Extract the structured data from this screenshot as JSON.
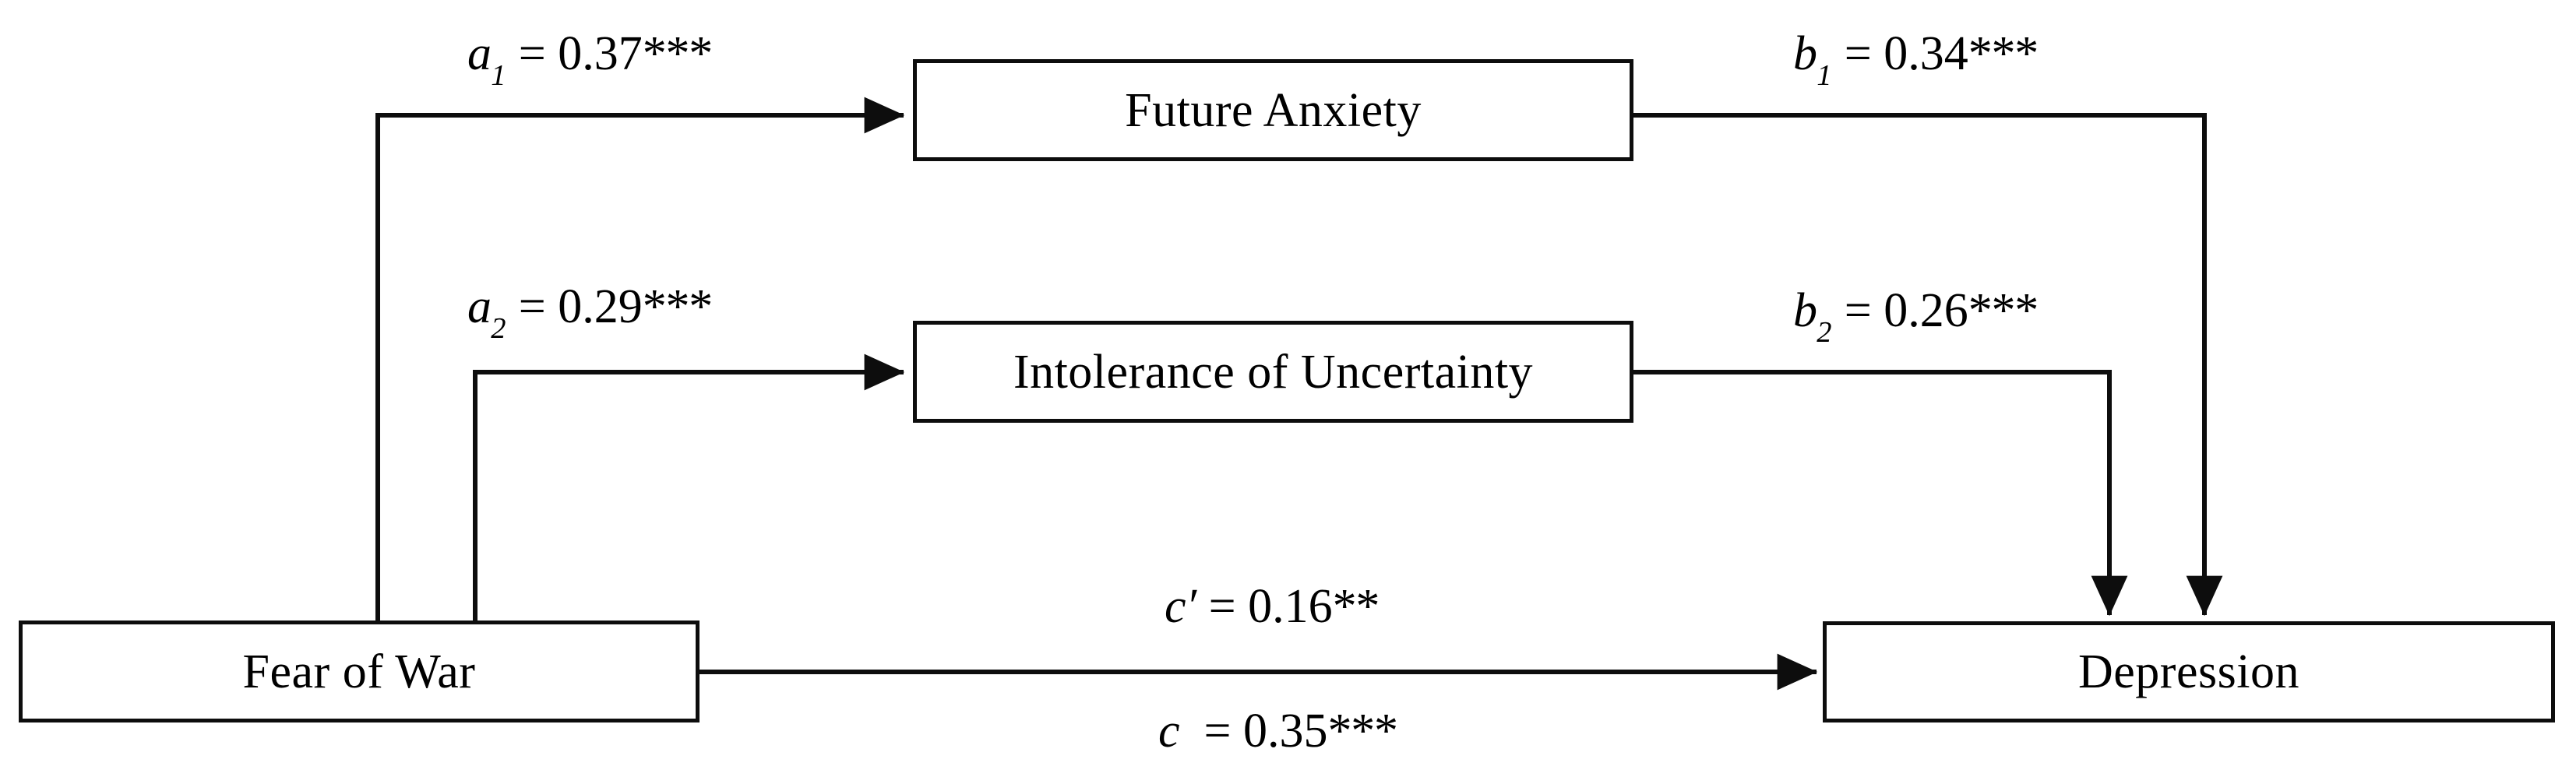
{
  "figure": {
    "type": "mediation-path-diagram",
    "background_color": "#ffffff",
    "line_color": "#0d0d0d"
  },
  "nodes": {
    "predictor": {
      "label": "Fear of War"
    },
    "mediator1": {
      "label": "Future Anxiety"
    },
    "mediator2": {
      "label": "Intolerance of Uncertainty"
    },
    "outcome": {
      "label": "Depression"
    }
  },
  "paths": {
    "a1": {
      "coefficient": "a",
      "subscript": "1",
      "prime": "",
      "equals": " = ",
      "value": "0.37",
      "stars": "***",
      "from": "Fear of War",
      "to": "Future Anxiety"
    },
    "a2": {
      "coefficient": "a",
      "subscript": "2",
      "prime": "",
      "equals": " = ",
      "value": "0.29",
      "stars": "***",
      "from": "Fear of War",
      "to": "Intolerance of Uncertainty"
    },
    "b1": {
      "coefficient": "b",
      "subscript": "1",
      "prime": "",
      "equals": " = ",
      "value": "0.34",
      "stars": "***",
      "from": "Future Anxiety",
      "to": "Depression"
    },
    "b2": {
      "coefficient": "b",
      "subscript": "2",
      "prime": "",
      "equals": " = ",
      "value": "0.26",
      "stars": "***",
      "from": "Intolerance of Uncertainty",
      "to": "Depression"
    },
    "c_prime": {
      "coefficient": "c",
      "subscript": "",
      "prime": "′",
      "equals": " = ",
      "value": "0.16",
      "stars": "**",
      "from": "Fear of War",
      "to": "Depression"
    },
    "c_total": {
      "coefficient": "c",
      "subscript": "",
      "prime": "",
      "equals": "  = ",
      "value": "0.35",
      "stars": "***",
      "from": "Fear of War",
      "to": "Depression"
    }
  }
}
